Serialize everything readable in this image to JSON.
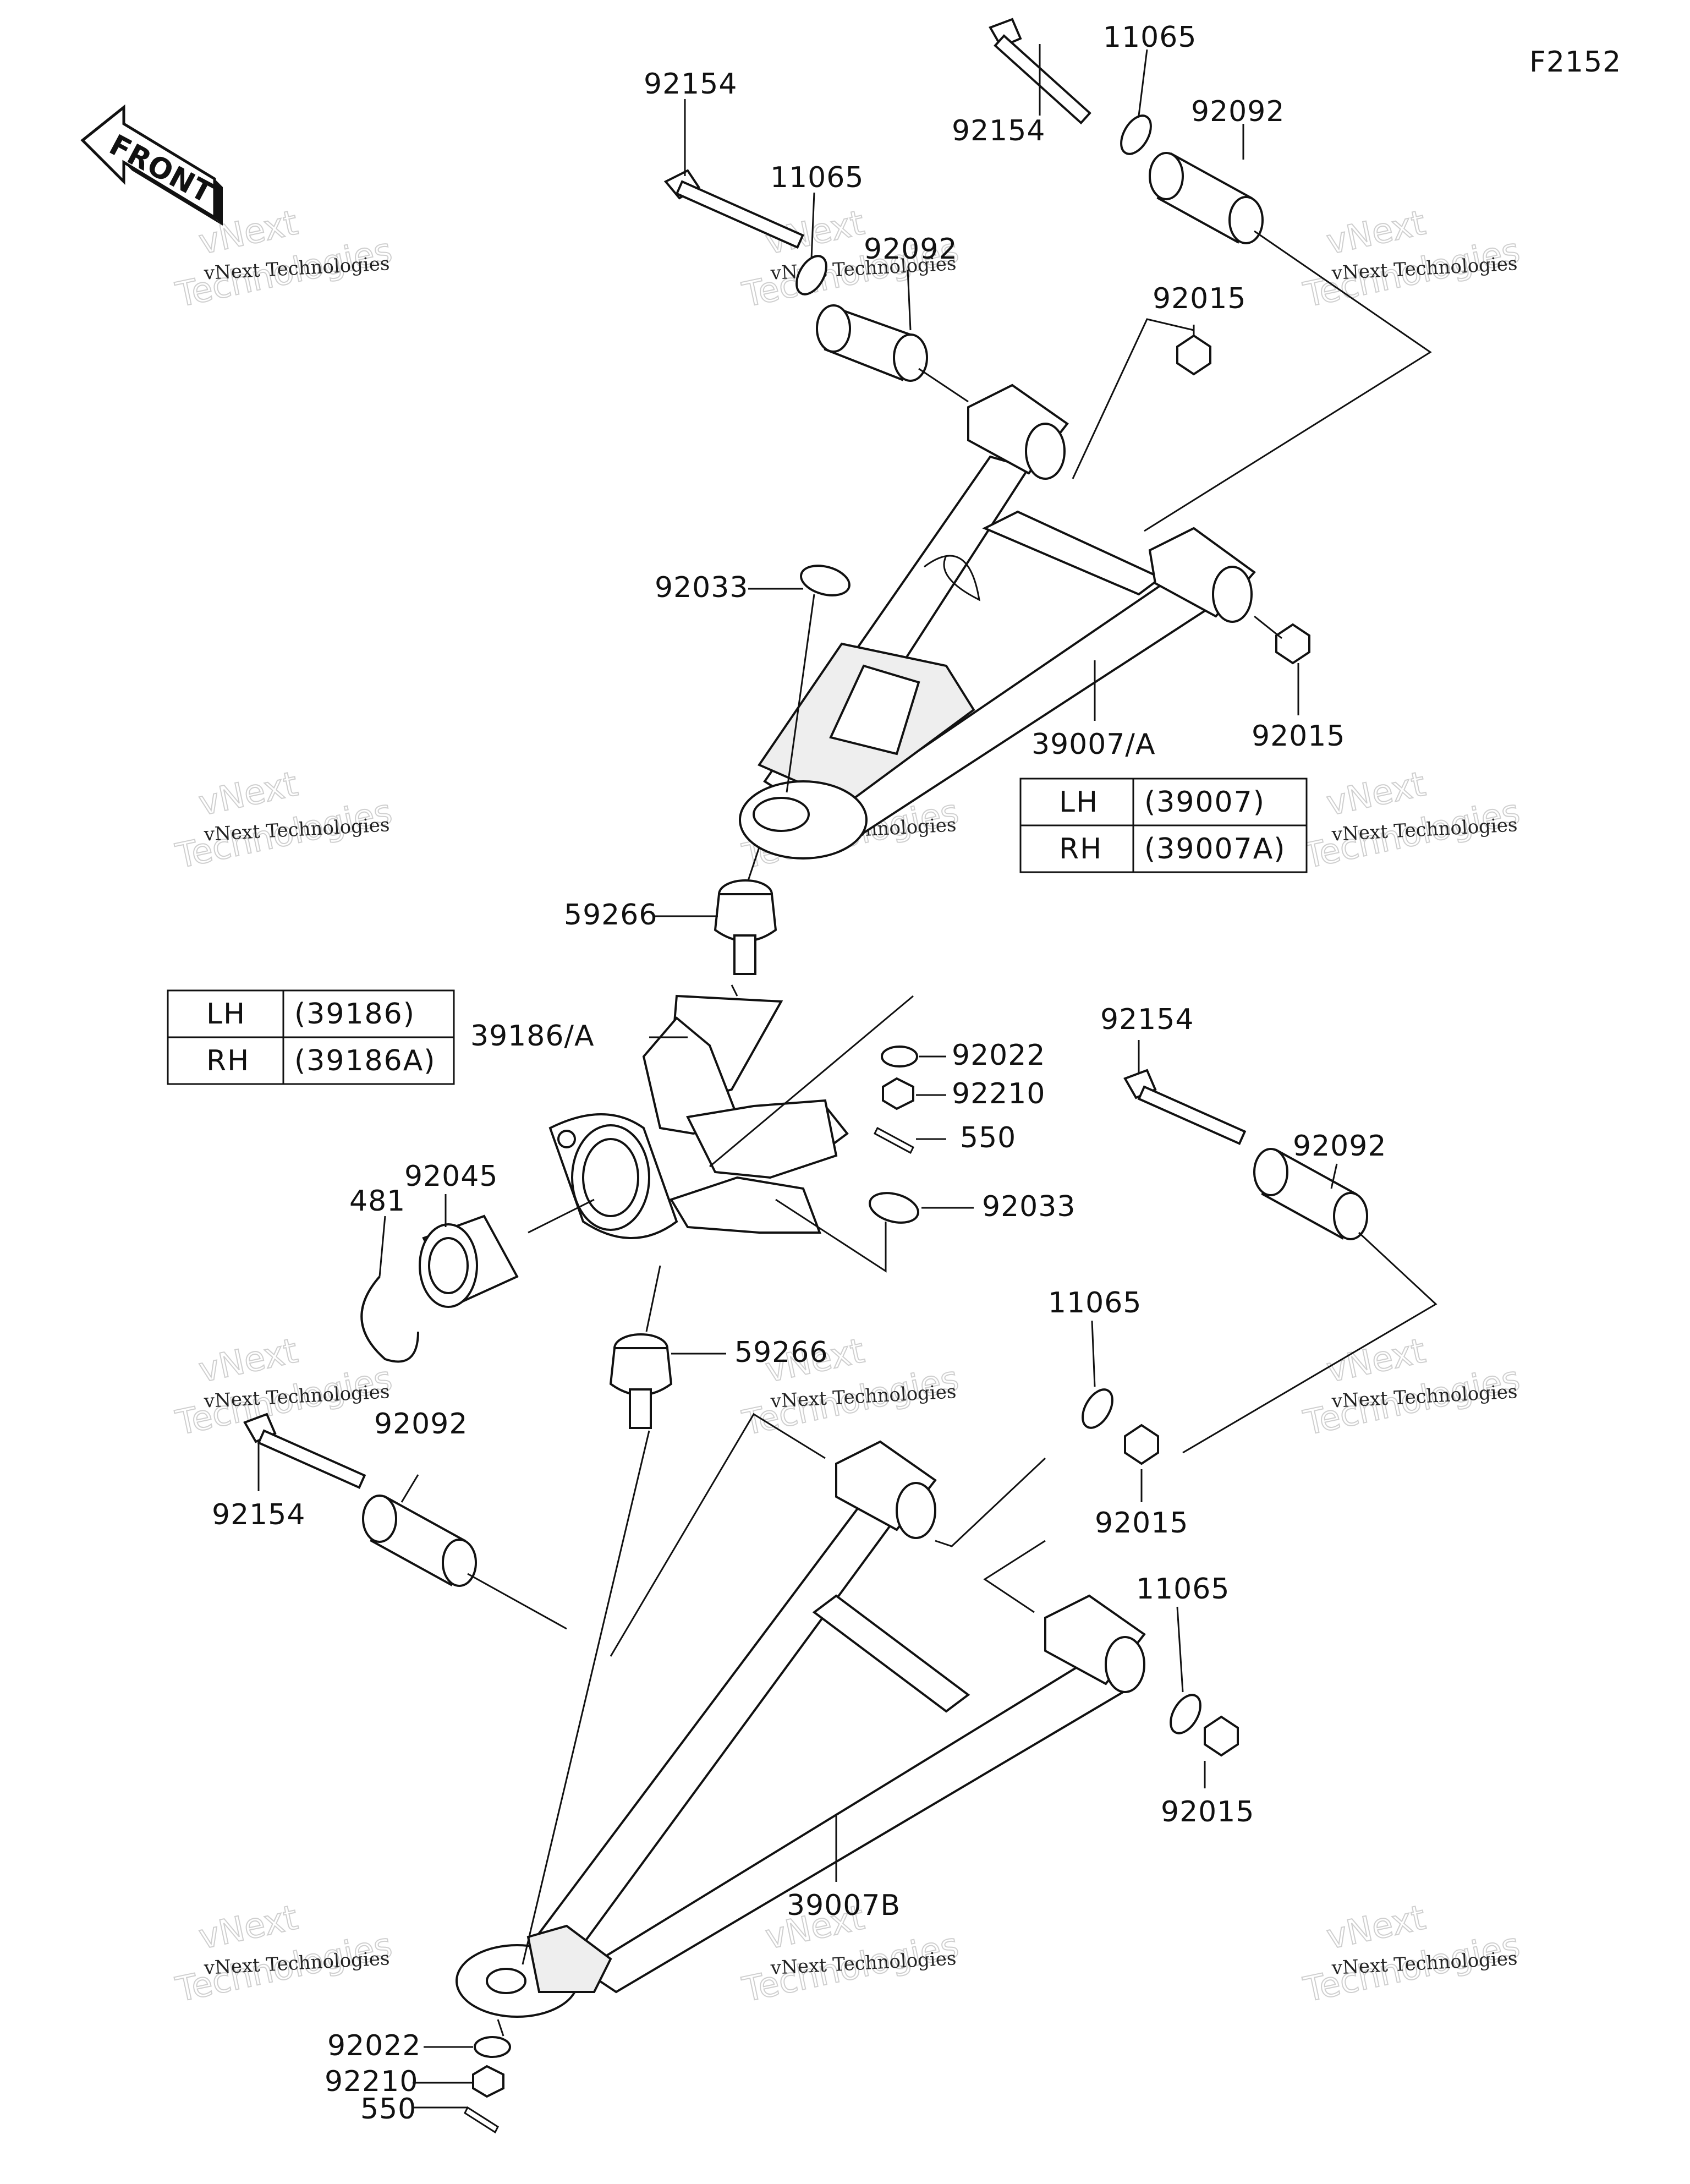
{
  "diagram_code": "F2152",
  "front_arrow_label": "FRONT",
  "watermark": {
    "brand": "vNext Technologies",
    "outline_top": "vNext",
    "outline_bottom": "Technologies"
  },
  "tables": {
    "upper_arm": {
      "rows": [
        {
          "side": "LH",
          "part": "(39007)"
        },
        {
          "side": "RH",
          "part": "(39007A)"
        }
      ]
    },
    "knuckle": {
      "rows": [
        {
          "side": "LH",
          "part": "(39186)"
        },
        {
          "side": "RH",
          "part": "(39186A)"
        }
      ]
    }
  },
  "labels": {
    "bolt_upper_left": "92154",
    "washer_upper_left": "11065",
    "bushing_upper_left": "92092",
    "bolt_upper_right": "92154",
    "washer_upper_right": "11065",
    "bushing_upper_right": "92092",
    "nut_upper_front": "92015",
    "circlip_upper": "92033",
    "upper_arm": "39007/A",
    "nut_upper_rear": "92015",
    "ball_joint_upper": "59266",
    "knuckle": "39186/A",
    "washer_knuckle": "92022",
    "castle_nut_knuckle": "92210",
    "cotter_pin_knuckle": "550",
    "bearing": "92045",
    "snap_ring": "481",
    "circlip_knuckle": "92033",
    "bolt_mid_right": "92154",
    "bushing_mid_right": "92092",
    "ball_joint_lower": "59266",
    "washer_lower_mid": "11065",
    "bolt_lower_left": "92154",
    "bushing_lower_left": "92092",
    "nut_lower_mid": "92015",
    "washer_lower_rear": "11065",
    "nut_lower_rear": "92015",
    "lower_arm": "39007B",
    "washer_lower": "92022",
    "castle_nut_lower": "92210",
    "cotter_pin_lower": "550"
  }
}
